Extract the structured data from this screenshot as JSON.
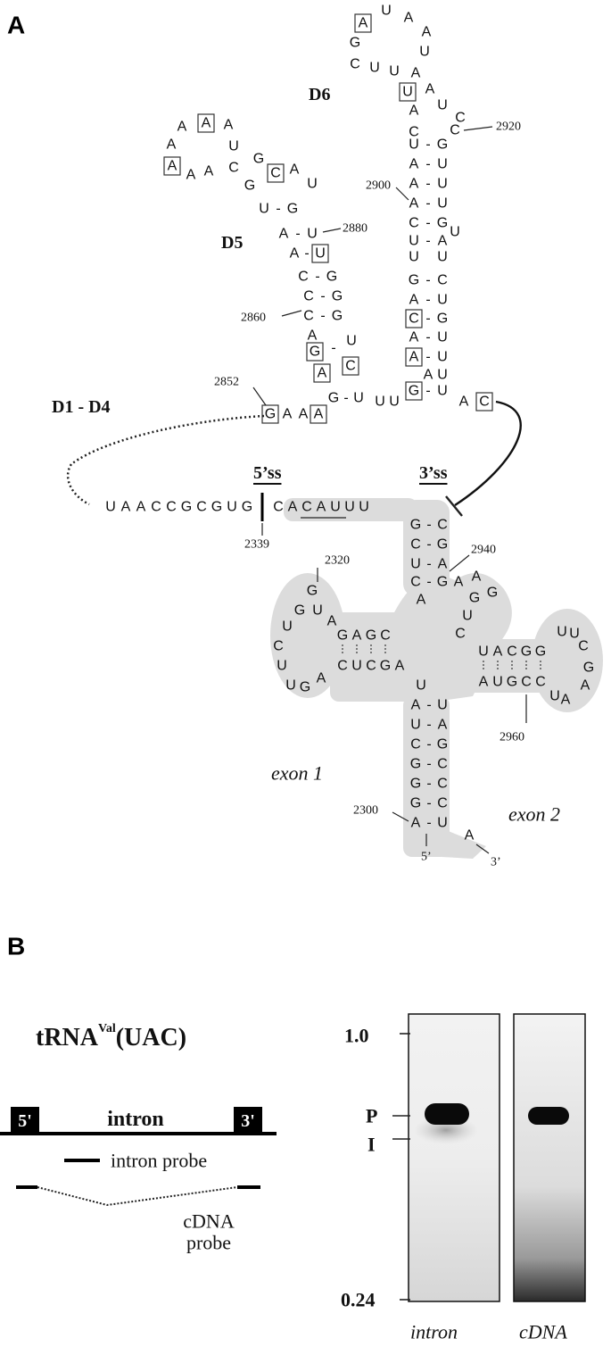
{
  "panel_a": {
    "label": "A",
    "domains": {
      "d6": "D6",
      "d5": "D5",
      "d1_d4": "D1 - D4"
    },
    "splice_sites": {
      "five": "5’ss",
      "three": "3’ss"
    },
    "exon1": "exon 1",
    "exon2": "exon 2",
    "ends": {
      "five": "5’",
      "three": "3’"
    },
    "positions": [
      "2920",
      "2900",
      "2880",
      "2860",
      "2852",
      "2339",
      "2320",
      "2940",
      "2960",
      "2300"
    ],
    "linker5": [
      "U",
      "A",
      "A",
      "C",
      "C",
      "G",
      "C",
      "G",
      "U",
      "G"
    ],
    "exon_linker": [
      "C",
      "A",
      "C",
      "A",
      "U",
      "U",
      "U"
    ]
  },
  "panel_b": {
    "label": "B",
    "trna_title": "tRNA",
    "trna_super": "Val",
    "trna_codon": "(UAC)",
    "gene": {
      "five": "5'",
      "intron": "intron",
      "three": "3'"
    },
    "intron_probe": "intron probe",
    "cdna_probe_line1": "cDNA",
    "cdna_probe_line2": "probe",
    "gel": {
      "ticks": [
        "1.0",
        "P",
        "I",
        "0.24"
      ],
      "lanes": [
        "intron",
        "cDNA"
      ]
    }
  }
}
